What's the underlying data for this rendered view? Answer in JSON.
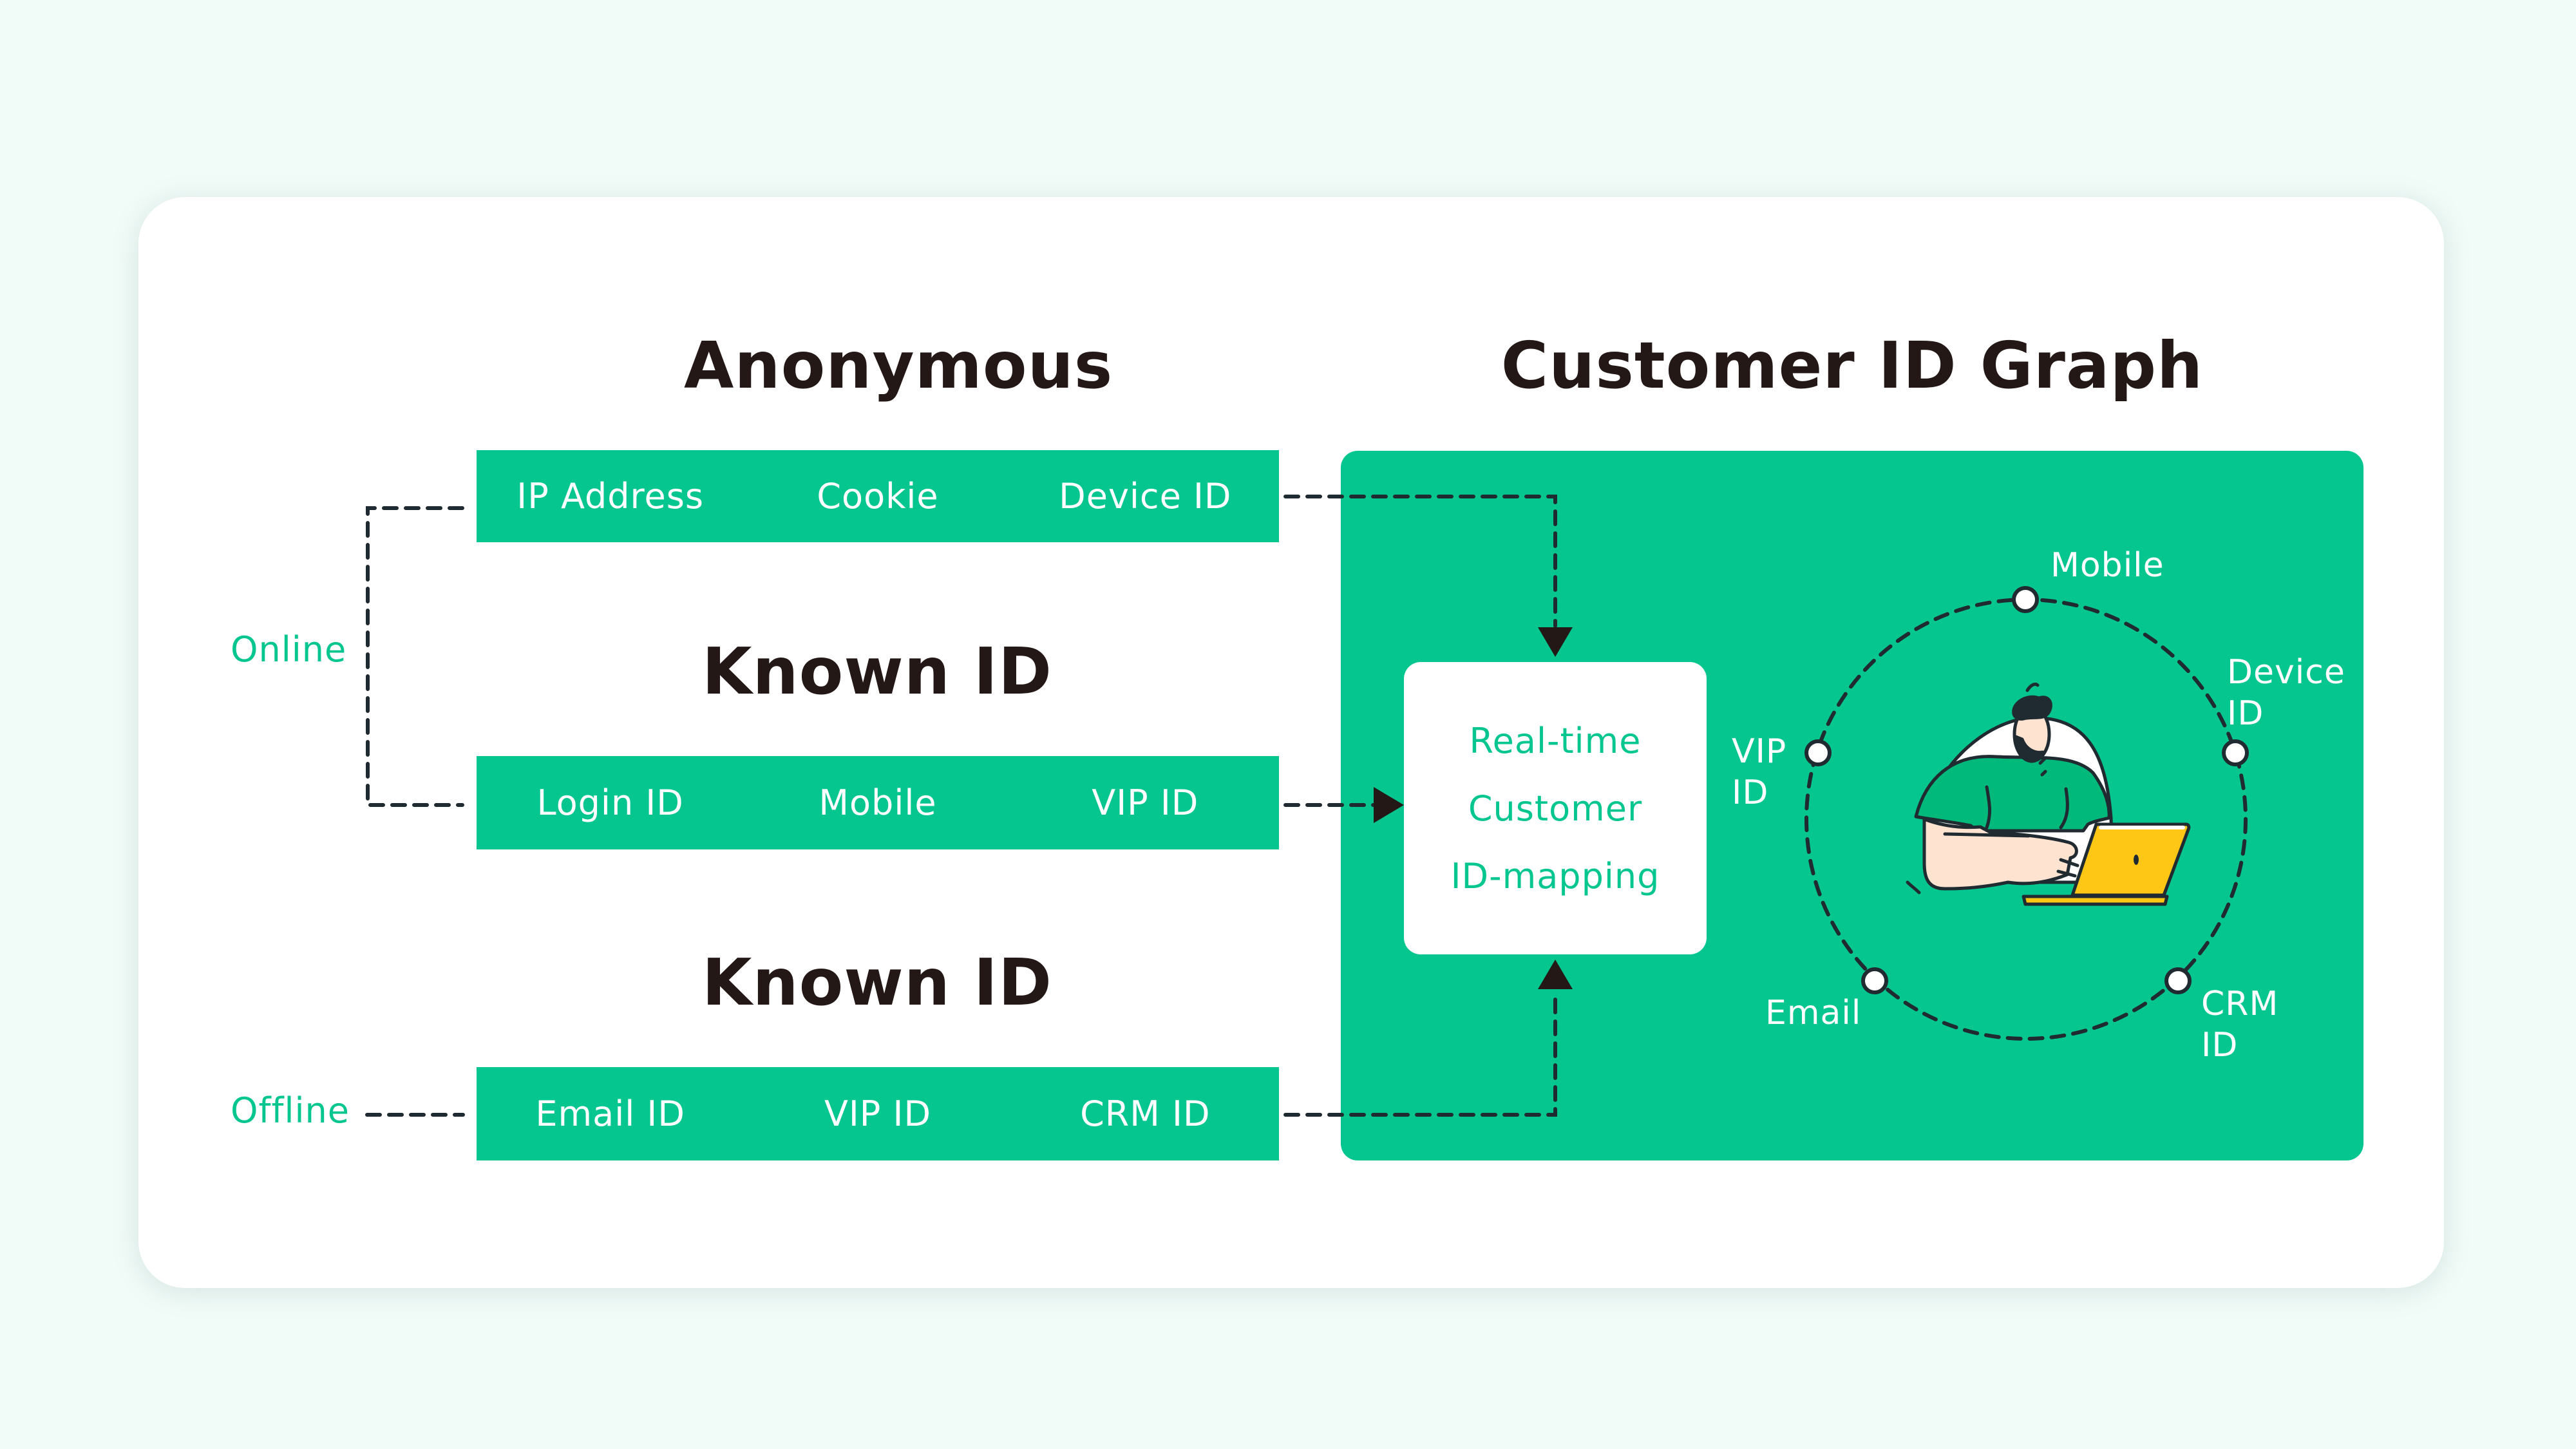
{
  "colors": {
    "background": "#F1FBF8",
    "card": "#FFFFFF",
    "brand_green": "#06C68F",
    "title_text": "#231815",
    "connector": "#1F2B31",
    "shirt_green": "#00B97B",
    "skin": "#FFE3D1",
    "laptop_yellow": "#FFC715"
  },
  "left": {
    "anonymous": {
      "title": "Anonymous",
      "items": [
        "IP Address",
        "Cookie",
        "Device ID"
      ]
    },
    "known_online": {
      "title": "Known ID",
      "items": [
        "Login ID",
        "Mobile",
        "VIP ID"
      ]
    },
    "known_offline": {
      "title": "Known ID",
      "items": [
        "Email ID",
        "VIP ID",
        "CRM ID"
      ]
    },
    "channels": {
      "online": "Online",
      "offline": "Offline"
    }
  },
  "right": {
    "title": "Customer ID Graph",
    "mapping_box": {
      "lines": [
        "Real-time",
        "Customer",
        "ID-mapping"
      ]
    },
    "graph_nodes": {
      "mobile": [
        "Mobile"
      ],
      "device": [
        "Device",
        "ID"
      ],
      "vip": [
        "VIP",
        "ID"
      ],
      "email": [
        "Email"
      ],
      "crm": [
        "CRM",
        "ID"
      ]
    },
    "center_icon": "person-with-laptop-icon"
  }
}
